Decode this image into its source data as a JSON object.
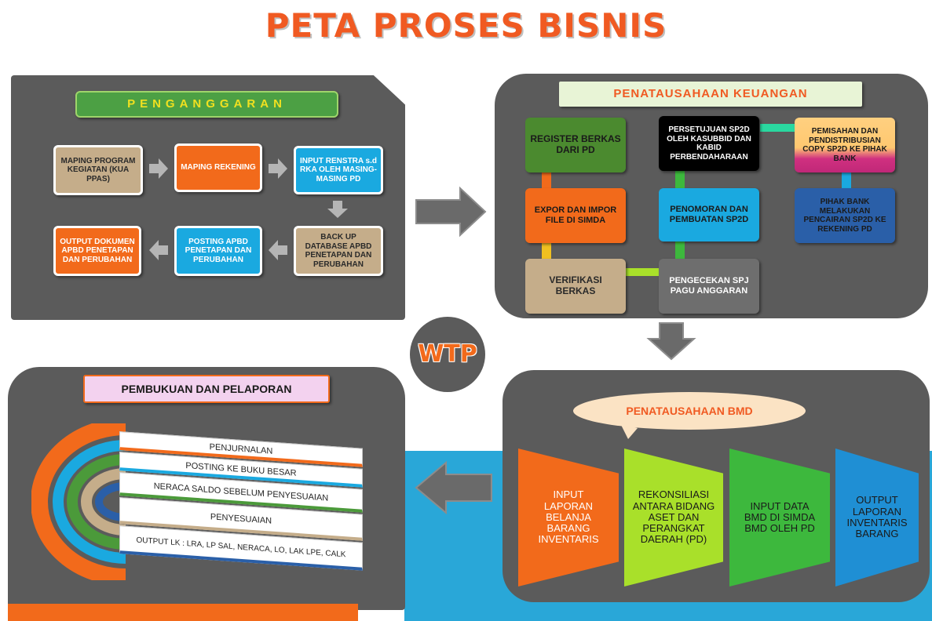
{
  "title": "PETA PROSES BISNIS",
  "penganggaran": {
    "header": "PENGANGGARAN",
    "boxes": [
      "MAPING PROGRAM KEGIATAN (KUA PPAS)",
      "MAPING REKENING",
      "INPUT RENSTRA s.d RKA OLEH MASING-MASING PD",
      "BACK UP DATABASE APBD PENETAPAN DAN PERUBAHAN",
      "POSTING APBD PENETAPAN DAN PERUBAHAN",
      "OUTPUT DOKUMEN APBD PENETAPAN DAN PERUBAHAN"
    ]
  },
  "penatausahaan_keuangan": {
    "header": "PENATAUSAHAAN KEUANGAN",
    "boxes": [
      "REGISTER BERKAS DARI PD",
      "PERSETUJUAN SP2D OLEH KASUBBID DAN KABID PERBENDAHARAAN",
      "PEMISAHAN DAN PENDISTRIBUSIAN COPY SP2D KE PIHAK BANK",
      "EXPOR DAN IMPOR FILE DI SIMDA",
      "PENOMORAN DAN PEMBUATAN SP2D",
      "PIHAK BANK MELAKUKAN PENCAIRAN SP2D KE REKENING PD",
      "VERIFIKASI BERKAS",
      "PENGECEKAN SPJ PAGU ANGGARAN"
    ]
  },
  "wtp": "WTP",
  "pembukuan": {
    "header": "PEMBUKUAN DAN PELAPORAN",
    "layers": [
      "PENJURNALAN",
      "POSTING KE BUKU BESAR",
      "NERACA SALDO SEBELUM PENYESUAIAN",
      "PENYESUAIAN",
      "OUTPUT LK :  LRA, LP SAL, NERACA, LO,  LAK LPE, CALK"
    ]
  },
  "bmd": {
    "header": "PENATAUSAHAAN BMD",
    "steps": [
      "INPUT LAPORAN BELANJA BARANG INVENTARIS",
      "REKONSILIASI ANTARA BIDANG ASET DAN PERANGKAT DAERAH (PD)",
      "INPUT DATA BMD DI SIMDA BMD OLEH PD",
      "OUTPUT LAPORAN INVENTARIS BARANG"
    ]
  },
  "colors": {
    "orange": "#f26a1b",
    "panel": "#5b5b5b",
    "cyan": "#1aa9e0",
    "tan": "#c5ad8a",
    "green": "#3db83d",
    "lime": "#a9e02a",
    "blue": "#1f8fd4"
  }
}
